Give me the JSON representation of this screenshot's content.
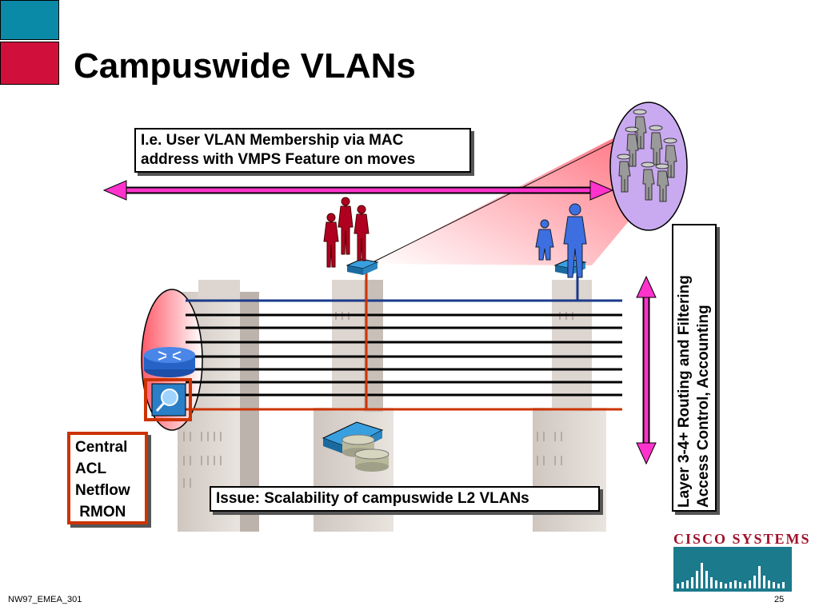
{
  "title": "Campuswide VLANs",
  "callouts": {
    "vmps_line1": "I.e. User VLAN Membership via MAC",
    "vmps_line2": "address with VMPS Feature on moves",
    "issue": "Issue: Scalability of campuswide  L2 VLANs",
    "central": [
      "Central",
      "ACL",
      "Netflow",
      " RMON"
    ],
    "layer_line1": "Layer 3-4+  Routing and Filtering",
    "layer_line2": "Access Control, Accounting"
  },
  "brand": {
    "name": "Cisco Systems",
    "logo_text": "CISCO SYSTEMS"
  },
  "footer": {
    "course": "NW97_EMEA_301",
    "page": "25"
  },
  "colors": {
    "accent_blue": "#0b8aa8",
    "accent_red": "#d0103a",
    "arrow_magenta": "#ff33cc",
    "vlan_line_blue": "#1a3a8a",
    "vlan_line_red": "#cc3300",
    "user_red": "#b00020",
    "user_blue": "#3d6fe0",
    "cisco_teal": "#1b7a8c"
  }
}
